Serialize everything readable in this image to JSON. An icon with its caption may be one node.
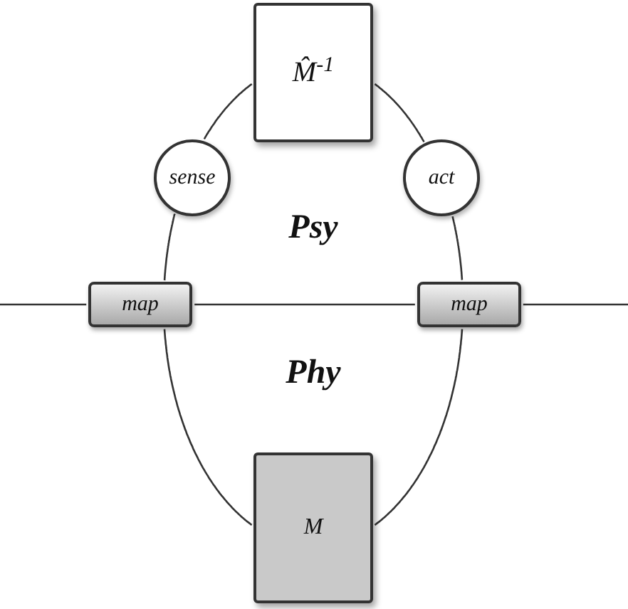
{
  "diagram": {
    "nodes": [
      {
        "text": [
          "M̂$^{-1}$"
        ]
      },
      {
        "text": [
          "sense"
        ]
      },
      {
        "text": [
          "act"
        ]
      },
      {
        "text": [
          "map"
        ]
      },
      {
        "text": [
          "map"
        ]
      },
      {
        "text": [
          "M"
        ]
      }
    ],
    "edges": [
      {
        "from": 0,
        "to": 1,
        "arrow": "none"
      },
      {
        "from": 1,
        "to": 3,
        "arrow": "none"
      },
      {
        "from": 3,
        "to": 5,
        "arrow": "none"
      },
      {
        "from": 5,
        "to": 4,
        "arrow": "none"
      },
      {
        "from": 4,
        "to": 2,
        "arrow": "none"
      },
      {
        "from": 2,
        "to": 0,
        "arrow": "none"
      },
      {
        "from": null,
        "to": 3,
        "arrow": "none"
      },
      {
        "from": 3,
        "to": 4,
        "arrow": "none"
      },
      {
        "from": 4,
        "to": null,
        "arrow": "none"
      }
    ],
    "labels": [
      "Psy",
      "Phy"
    ]
  }
}
